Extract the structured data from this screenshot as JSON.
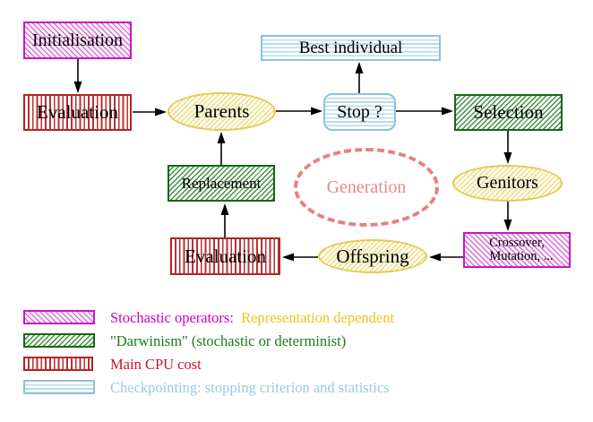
{
  "diagram": {
    "nodes": {
      "initialisation": {
        "label": "Initialisation"
      },
      "evaluation_top": {
        "label": "Evaluation"
      },
      "parents": {
        "label": "Parents"
      },
      "best_individual": {
        "label": "Best individual"
      },
      "stop": {
        "label": "Stop ?"
      },
      "selection": {
        "label": "Selection"
      },
      "replacement": {
        "label": "Replacement"
      },
      "generation": {
        "label": "Generation"
      },
      "genitors": {
        "label": "Genitors"
      },
      "evaluation_bottom": {
        "label": "Evaluation"
      },
      "offspring": {
        "label": "Offspring"
      },
      "crossover": {
        "label_line1": "Crossover,",
        "label_line2": "Mutation, ..."
      }
    },
    "edges": [
      "initialisation->evaluation_top",
      "evaluation_top->parents",
      "parents->stop",
      "stop->best_individual",
      "stop->selection",
      "selection->genitors",
      "genitors->crossover",
      "crossover->offspring",
      "offspring->evaluation_bottom",
      "evaluation_bottom->replacement",
      "replacement->parents"
    ]
  },
  "legend": {
    "items": [
      {
        "swatch": "magenta-diagonal-hatch",
        "text_primary": "Stochastic operators:",
        "text_secondary": "Representation dependent",
        "primary_color": "#cc00cc",
        "secondary_color": "#eec41c"
      },
      {
        "swatch": "green-diagonal-hatch",
        "text_primary": "\"Darwinism\" (stochastic or determinist)",
        "primary_color": "#1b7a1b"
      },
      {
        "swatch": "red-vertical-stripes",
        "text_primary": "Main CPU cost",
        "primary_color": "#cc1433"
      },
      {
        "swatch": "cyan-horizontal-stripes",
        "text_primary": "Checkpointing: stopping criterion and statistics",
        "primary_color": "#97cae4"
      }
    ]
  },
  "colors": {
    "magenta_border": "#c716c7",
    "red_border": "#b32424",
    "green_border": "#156615",
    "cyan_border": "#8ec2d8",
    "yellow_border": "#e2cb55",
    "generation_dash": "#e98080",
    "arrow": "#000000"
  }
}
